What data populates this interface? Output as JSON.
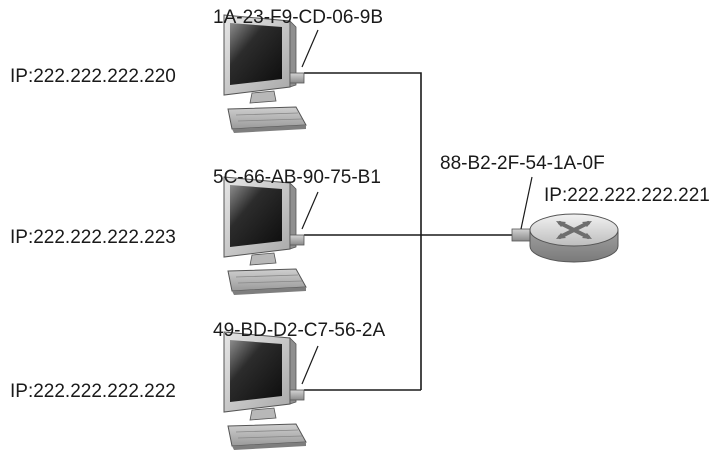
{
  "hosts": [
    {
      "mac": "1A-23-F9-CD-06-9B",
      "ip": "IP:222.222.222.220"
    },
    {
      "mac": "5C-66-AB-90-75-B1",
      "ip": "IP:222.222.222.223"
    },
    {
      "mac": "49-BD-D2-C7-56-2A",
      "ip": "IP:222.222.222.222"
    }
  ],
  "router": {
    "mac": "88-B2-2F-54-1A-0F",
    "ip": "IP:222.222.222.221"
  }
}
